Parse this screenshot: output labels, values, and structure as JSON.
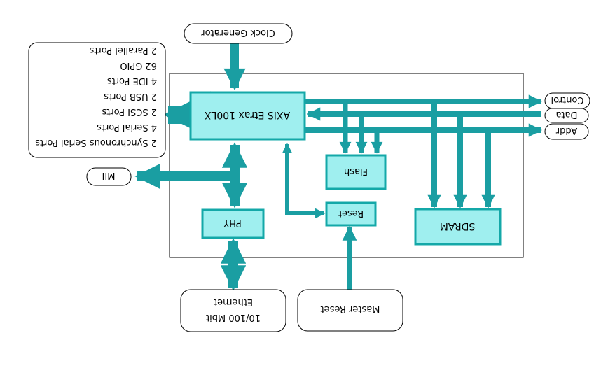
{
  "colors": {
    "block_fill": "#9fefef",
    "block_stroke": "#14a8a8",
    "bus": "#1a9ea2",
    "bus_stroke": "#0b5f63",
    "outline": "#000000",
    "background": "#ffffff"
  },
  "diagram": {
    "orientation": "rotated 180 degrees (upside down)",
    "external": {
      "clock": "Clock Generator",
      "io_list": [
        "2 Synchronous Serial Ports",
        "4 Serial Ports",
        "2 SCSI Ports",
        "2 USB Ports",
        "4 IDE Ports",
        "62 GPIO",
        "2 Parallel Ports"
      ],
      "mii": "MII",
      "ethernet_line1": "Ethernet",
      "ethernet_line2": "10/100 Mbit",
      "master_reset": "Master Reset",
      "control": "Control",
      "data": "Data",
      "addr": "Addr"
    },
    "blocks": {
      "cpu": "AXIS Etrax 100LX",
      "flash": "Flash",
      "reset": "Reset",
      "phy": "PHY",
      "sdram": "SDRAM"
    }
  }
}
